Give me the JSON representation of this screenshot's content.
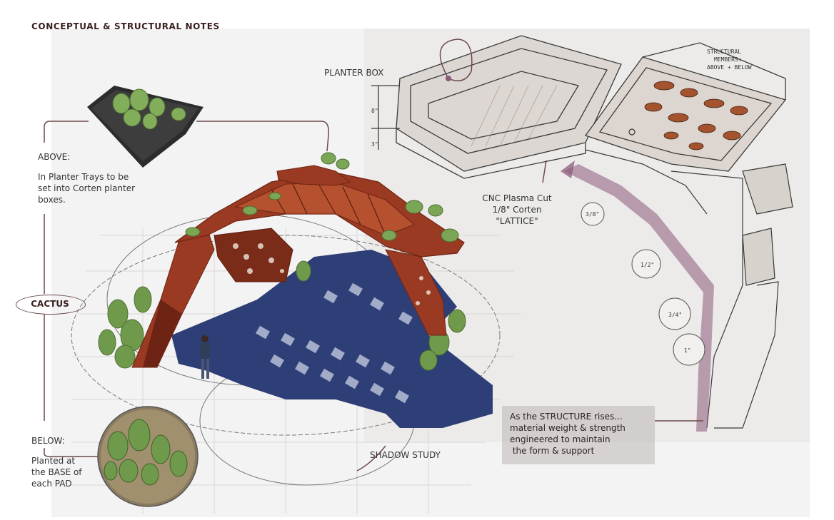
{
  "title": "CONCEPTUAL & STRUCTURAL NOTES",
  "labels": {
    "above_heading": "ABOVE:",
    "above_text_1": "In Planter Trays to be",
    "above_text_2": "set into Corten planter",
    "above_text_3": "boxes.",
    "cactus": "CACTUS",
    "below_heading": "BELOW:",
    "below_text_1": "Planted at",
    "below_text_2": "the BASE of",
    "below_text_3": "each PAD",
    "planter_box": "PLANTER BOX",
    "cnc_1": "CNC Plasma Cut",
    "cnc_2": "1/8\" Corten",
    "cnc_3": "\"LATTICE\"",
    "shadow_study": "SHADOW STUDY",
    "structure_1": "As the STRUCTURE rises...",
    "structure_2": "material weight & strength",
    "structure_3": "engineered to maintain",
    "structure_4": " the form & support"
  },
  "sketch_text": {
    "members_1": "STRUCTURAL",
    "members_2": "MEMBERS:",
    "members_3": "ABOVE + BELOW",
    "dim_8": "8\"",
    "dim_3": "3\"",
    "size_38": "3/8\"",
    "size_12": "1/2\"",
    "size_34": "3/4\"",
    "size_1": "1\""
  },
  "colors": {
    "corten": "#9a3a22",
    "corten_dark": "#6e2414",
    "cactus_green": "#6f9a4c",
    "shadow_blue": "#2e3f78",
    "leader": "#6b4a4a",
    "text": "#333333"
  }
}
